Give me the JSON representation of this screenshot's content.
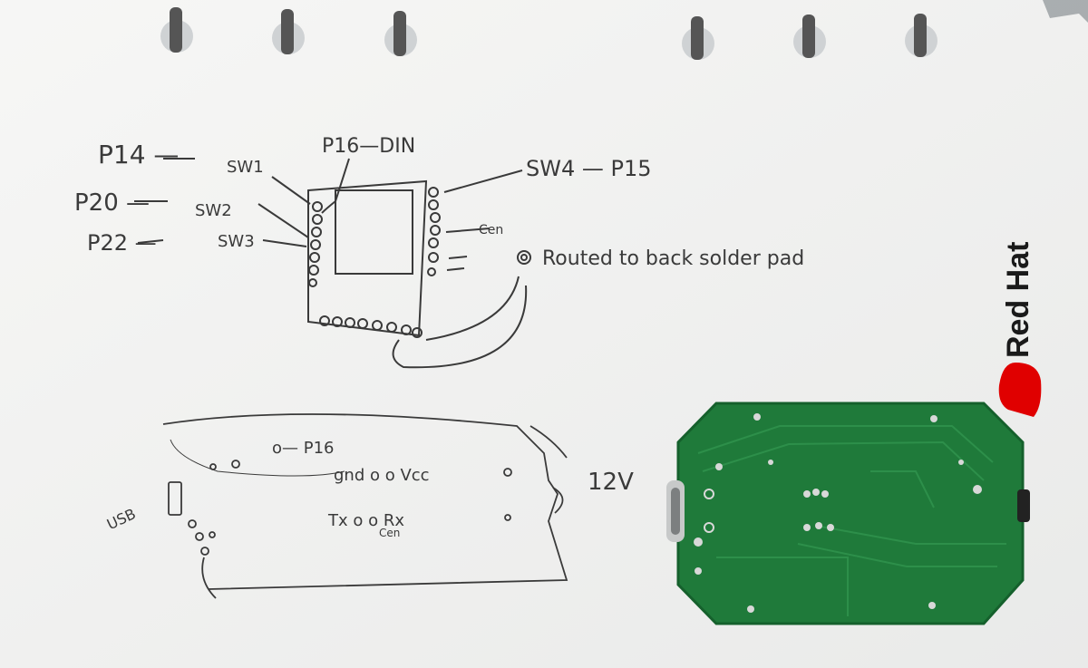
{
  "notes": {
    "top": {
      "p14": "P14 —",
      "p20": "P20 —",
      "p22": "P22 —",
      "sw1": "SW1",
      "sw2": "SW2",
      "sw3": "SW3",
      "p16_din": "P16—DIN",
      "sw4_p15": "SW4 — P15",
      "cen": "Cen",
      "routed": "Routed to back solder pad"
    },
    "bottom": {
      "o_p16": "o— P16",
      "gnd_vcc": "gnd o   o Vcc",
      "tx_rx": "Tx o   o Rx",
      "cen2": "Cen",
      "usb": "USB",
      "v12": "12V"
    }
  },
  "branding": {
    "logo_text": "Red Hat"
  },
  "colors": {
    "paper": "#f2f2f0",
    "ink": "#3a3a3a",
    "pcb": "#1f7a3a",
    "logo_red": "#e00000"
  }
}
